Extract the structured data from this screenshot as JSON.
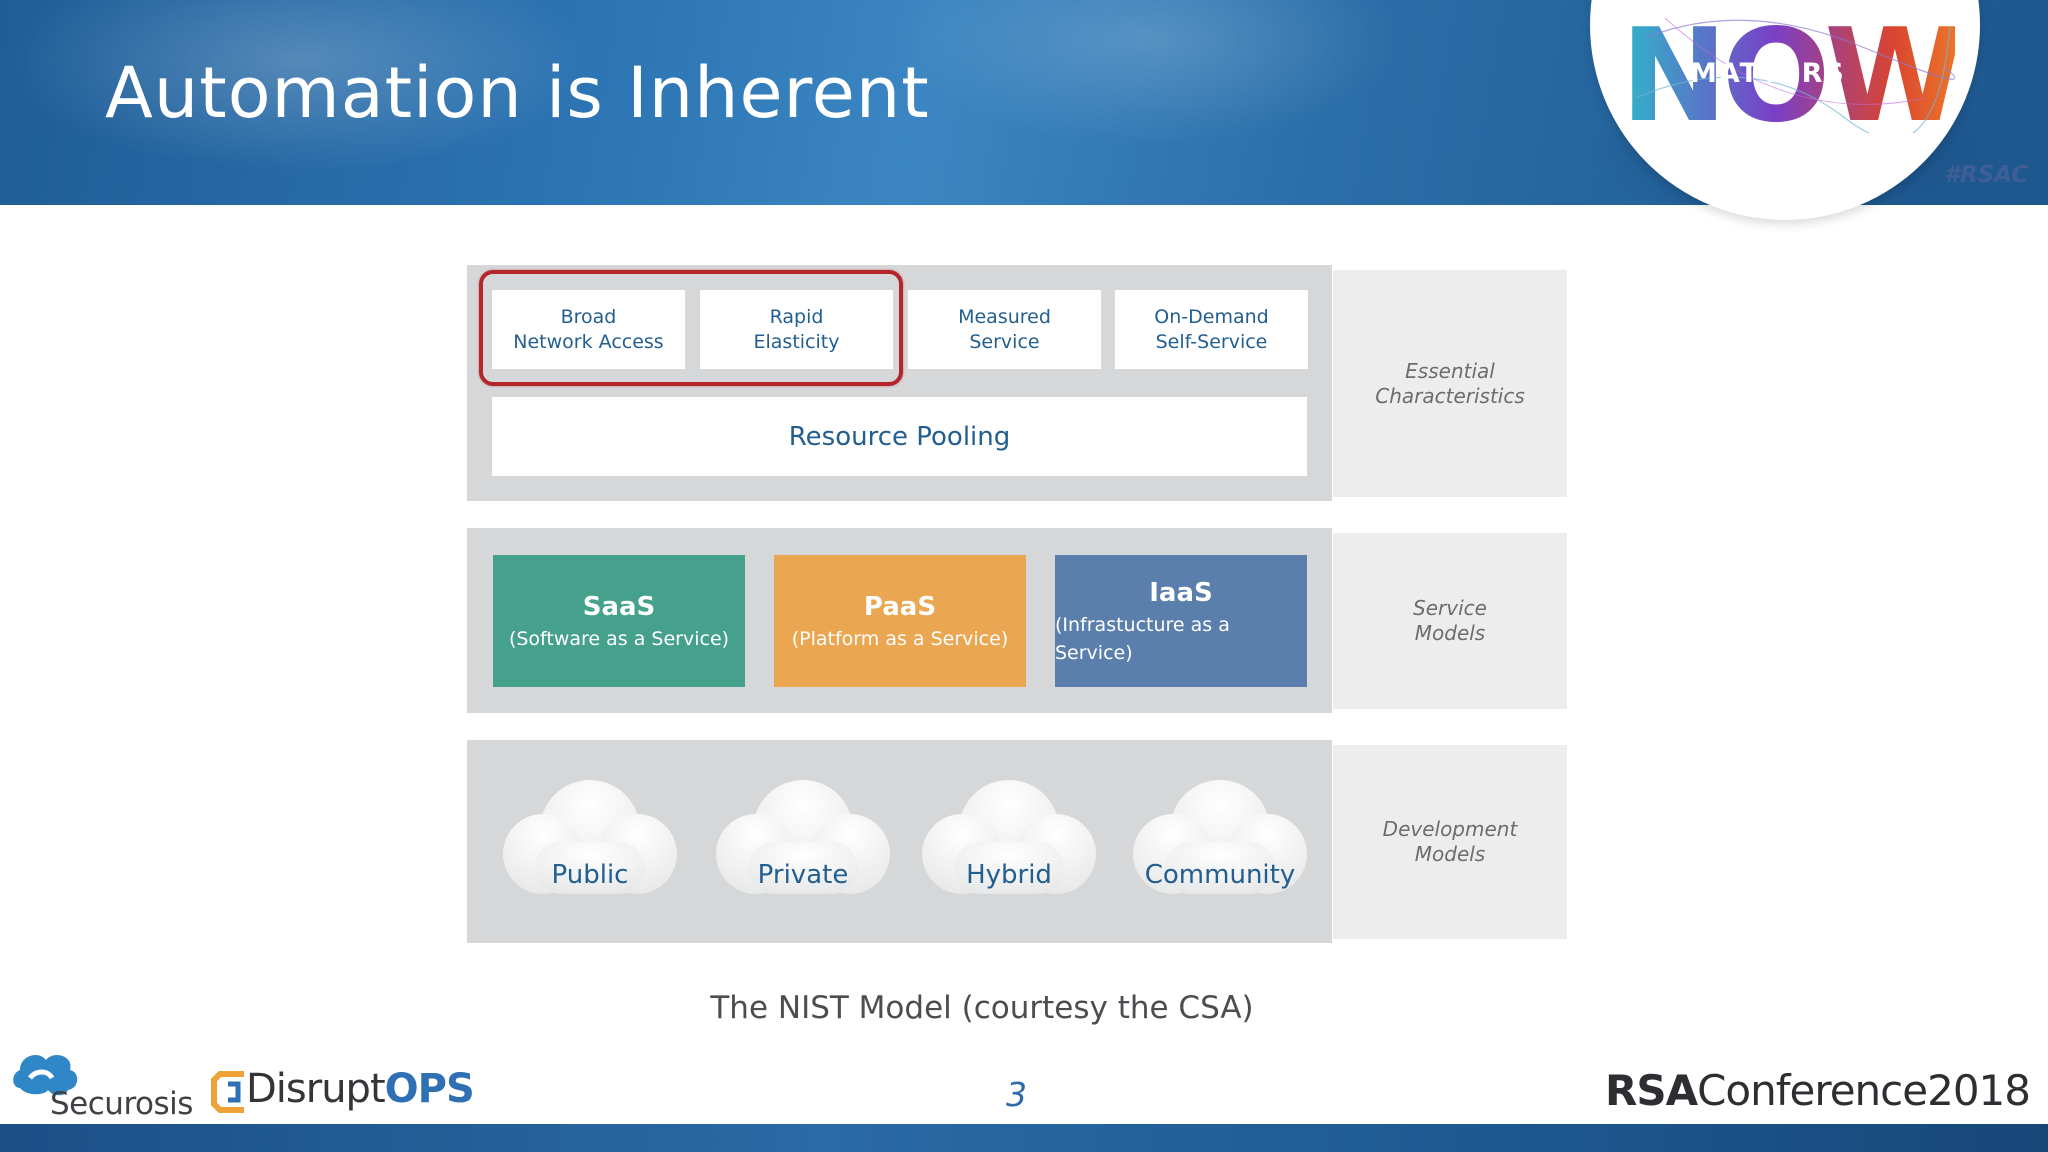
{
  "slide": {
    "title": "Automation is Inherent",
    "caption": "The NIST Model (courtesy the CSA)",
    "page_number": "3"
  },
  "badge": {
    "word": "NOW",
    "overlay": "MATTERS",
    "hashtag": "#RSAC"
  },
  "essential": {
    "side_label": "Essential\nCharacteristics",
    "boxes": [
      {
        "label": "Broad\nNetwork Access"
      },
      {
        "label": "Rapid\nElasticity"
      },
      {
        "label": "Measured\nService"
      },
      {
        "label": "On-Demand\nSelf-Service"
      }
    ],
    "pool_label": "Resource Pooling",
    "highlight_color": "#b4262c"
  },
  "service": {
    "side_label": "Service\nModels",
    "models": [
      {
        "name": "SaaS",
        "desc": "(Software as a Service)",
        "color": "#45a18b"
      },
      {
        "name": "PaaS",
        "desc": "(Platform as a Service)",
        "color": "#eaa650"
      },
      {
        "name": "IaaS",
        "desc": "(Infrastucture as a Service)",
        "color": "#5b7fad"
      }
    ]
  },
  "deployment": {
    "side_label": "Development\nModels",
    "clouds": [
      {
        "label": "Public"
      },
      {
        "label": "Private"
      },
      {
        "label": "Hybrid"
      },
      {
        "label": "Community"
      }
    ]
  },
  "footer": {
    "securosis": "Securosis",
    "disrupt_prefix": "Disrupt",
    "disrupt_suffix": "OPS",
    "rsa_prefix": "RSA",
    "rsa_suffix": "Conference2018"
  }
}
